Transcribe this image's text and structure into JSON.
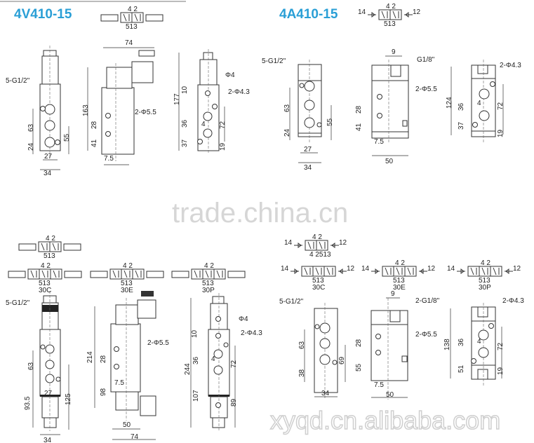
{
  "titles": {
    "top_left": "4V410-15",
    "top_right": "4A410-15"
  },
  "watermarks": {
    "center": "trade.china.cn",
    "bottom": "xyqd.cn.alibaba.com"
  },
  "symbols": {
    "ports_top": "4 2",
    "ports_bottom": "513",
    "pilot_left": "14",
    "pilot_right": "12",
    "variants": [
      "30C",
      "30E",
      "30P"
    ],
    "combined": "4 2513"
  },
  "top_left": {
    "front": {
      "ports": "5-G1/2\"",
      "d63": "63",
      "d24": "24",
      "d55": "55",
      "d27": "27",
      "d34": "34"
    },
    "side": {
      "d74": "74",
      "d163": "163",
      "d28": "28",
      "d41": "41",
      "d7_5": "7.5",
      "holes": "2-Φ5.5"
    },
    "rear": {
      "d177": "177",
      "phi4": "Φ4",
      "d10": "10",
      "holes": "2-Φ4.3",
      "d36": "36",
      "d4": "4",
      "d72": "72",
      "d37": "37",
      "d19": "19"
    }
  },
  "top_right": {
    "front": {
      "ports": "5-G1/2\"",
      "d63": "63",
      "d24": "24",
      "d55": "55",
      "d27": "27",
      "d34": "34"
    },
    "side": {
      "d9": "9",
      "pilot": "G1/8\"",
      "holes": "2-Φ5.5",
      "d28": "28",
      "d41": "41",
      "d7_5": "7.5",
      "d50": "50"
    },
    "rear": {
      "holes": "2-Φ4.3",
      "d124": "124",
      "d36": "36",
      "d4": "4",
      "d72": "72",
      "d37": "37",
      "d19": "19"
    }
  },
  "bottom_left": {
    "front": {
      "ports": "5-G1/2\"",
      "d63": "63",
      "d27": "27",
      "d93_5": "93.5",
      "d125": "125",
      "d34": "34"
    },
    "side": {
      "d214": "214",
      "d28": "28",
      "holes": "2-Φ5.5",
      "d7_5": "7.5",
      "d98": "98",
      "d50": "50",
      "d74": "74"
    },
    "rear": {
      "phi4": "Φ4",
      "holes": "2-Φ4.3",
      "d10": "10",
      "d244": "244",
      "d36": "36",
      "d4": "4",
      "d72": "72",
      "d107": "107",
      "d89": "89"
    }
  },
  "bottom_right": {
    "front": {
      "ports": "5-G1/2\"",
      "d63": "63",
      "d38": "38",
      "d69": "69",
      "d34": "34"
    },
    "side": {
      "d9": "9",
      "pilot": "2-G1/8\"",
      "holes": "2-Φ5.5",
      "d28": "28",
      "d55": "55",
      "d7_5": "7.5",
      "d50": "50"
    },
    "rear": {
      "holes": "2-Φ4.3",
      "d138": "138",
      "d36": "36",
      "d4": "4",
      "d72": "72",
      "d51": "51",
      "d19": "19"
    }
  }
}
